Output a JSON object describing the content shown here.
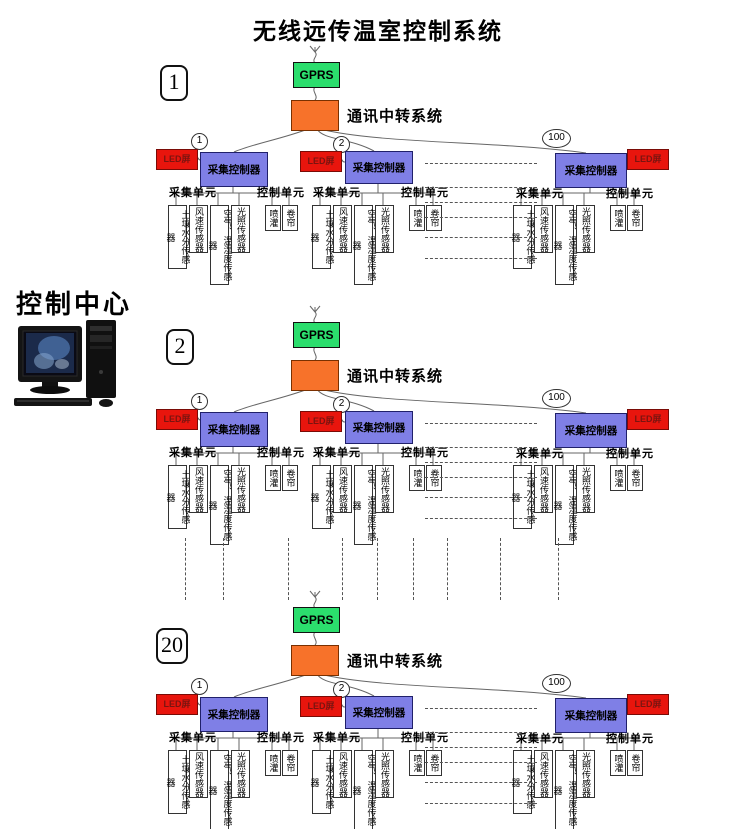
{
  "title": "无线远传温室控制系统",
  "control_center_label": "控制中心",
  "labels": {
    "gprs": "GPRS",
    "relay": "通讯中转系统",
    "controller": "采集控制器",
    "led": "LED屏",
    "collect_unit": "采集单元",
    "control_unit": "控制单元"
  },
  "node_ids": [
    "1",
    "2",
    "100"
  ],
  "units": [
    "土壤水分传感器",
    "风速传感器",
    "空气、温湿度传感器",
    "光照传感器",
    "喷灌",
    "卷帘"
  ],
  "sections": [
    {
      "badge": "1"
    },
    {
      "badge": "2"
    },
    {
      "badge": "20"
    }
  ],
  "colors": {
    "gprs_green": "#2bde6d",
    "relay_orange": "#f7722a",
    "controller_purple": "#7f7fe6",
    "led_red": "#e8150d"
  }
}
